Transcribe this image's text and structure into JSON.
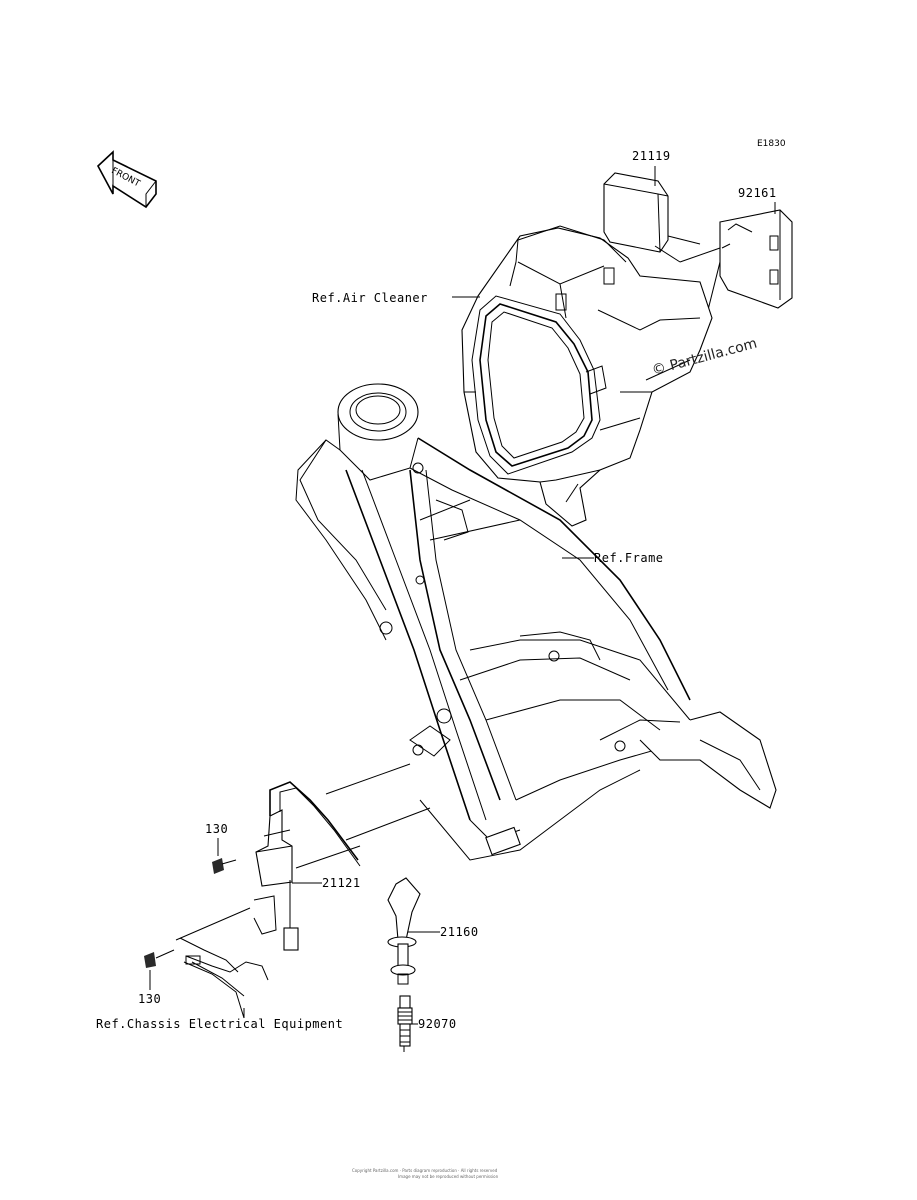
{
  "diagram_code": "E1830",
  "front_arrow": {
    "text": "FRONT",
    "icon": "front-arrow-icon"
  },
  "labels": {
    "p21119": "21119",
    "p92161": "92161",
    "ref_air_cleaner": "Ref.Air Cleaner",
    "ref_frame": "Ref.Frame",
    "p130_top": "130",
    "p21121": "21121",
    "p21160": "21160",
    "p130_bottom": "130",
    "ref_chassis": "Ref.Chassis Electrical Equipment",
    "p92070": "92070"
  },
  "watermark": "© Partzilla.com",
  "footer": [
    "Copyright Partzilla.com  ·  Parts diagram reproduction  ·  All rights reserved",
    "Image may not be reproduced without permission"
  ]
}
